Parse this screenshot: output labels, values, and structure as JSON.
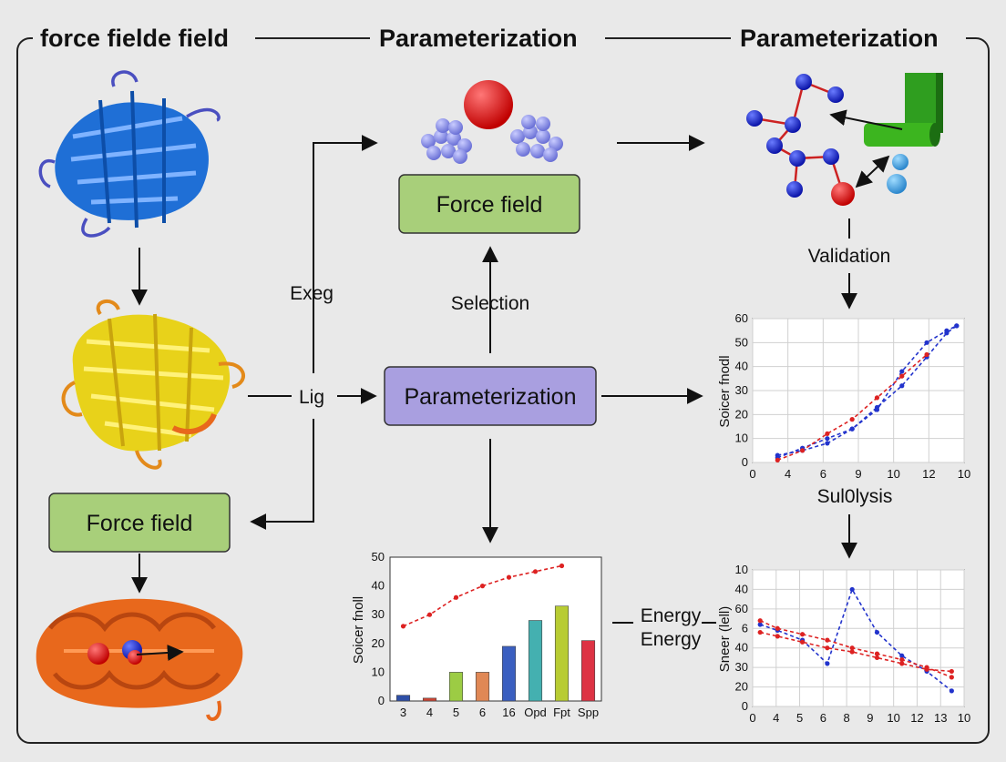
{
  "headers": {
    "left": "force fielde field",
    "middle": "Parameterization",
    "right": "Parameterization"
  },
  "boxes": {
    "top_force_field": "Force field",
    "center_parameterization": "Parameterization",
    "left_force_field": "Force field"
  },
  "labels": {
    "exeg": "Exeg",
    "lig": "Lig",
    "selection": "Selection",
    "validation": "Validation",
    "energy_1": "Energy",
    "energy_2": "Energy"
  },
  "colors": {
    "green_box": "#a8cf7a",
    "purple_box": "#a99fe0",
    "blue_protein": "#1f6fd6",
    "yellow_protein": "#e8d21a",
    "orange_protein": "#e8681c",
    "red_series": "#dd2222",
    "blue_series": "#2233cc"
  },
  "chart_data": [
    {
      "type": "line",
      "xlabel": "Sul0lysis",
      "ylabel": "Soicer fnodl",
      "x_ticks": [
        "0",
        "4",
        "6",
        "9",
        "10",
        "12",
        "10"
      ],
      "y_ticks": [
        "0",
        "10",
        "20",
        "30",
        "40",
        "50",
        "60"
      ],
      "ylim": [
        0,
        60
      ],
      "grid": true,
      "series": [
        {
          "color": "#2233cc",
          "style": "dashed",
          "points": [
            [
              1,
              3
            ],
            [
              2,
              5
            ],
            [
              3,
              8
            ],
            [
              4,
              14
            ],
            [
              5,
              22
            ],
            [
              6,
              38
            ],
            [
              7,
              50
            ],
            [
              7.8,
              55
            ],
            [
              8.2,
              57
            ]
          ]
        },
        {
          "color": "#2233cc",
          "style": "dashed",
          "points": [
            [
              1,
              2
            ],
            [
              2,
              6
            ],
            [
              3,
              10
            ],
            [
              4,
              14
            ],
            [
              5,
              23
            ],
            [
              6,
              32
            ],
            [
              7,
              44
            ],
            [
              7.8,
              54
            ],
            [
              8.2,
              57
            ]
          ]
        },
        {
          "color": "#dd2222",
          "style": "dashed",
          "points": [
            [
              1,
              1
            ],
            [
              2,
              5
            ],
            [
              3,
              12
            ],
            [
              4,
              18
            ],
            [
              5,
              27
            ],
            [
              6,
              36
            ],
            [
              7,
              45
            ]
          ]
        }
      ]
    },
    {
      "type": "bar",
      "ylabel": "Soicer fnoll",
      "categories": [
        "3",
        "4",
        "5",
        "6",
        "16",
        "Opd",
        "Fpt",
        "Spp"
      ],
      "y_ticks": [
        "0",
        "10",
        "20",
        "30",
        "40",
        "50"
      ],
      "ylim": [
        0,
        50
      ],
      "values": [
        2,
        1,
        10,
        10,
        19,
        28,
        33,
        21
      ],
      "bar_colors": [
        "#2e4fa6",
        "#cc4433",
        "#9ccc44",
        "#e08855",
        "#3b5fc0",
        "#44b0b0",
        "#b8cc33",
        "#dd3344"
      ],
      "line_series": {
        "color": "#dd2222",
        "style": "dashed",
        "values": [
          26,
          30,
          36,
          40,
          43,
          45,
          47
        ]
      }
    },
    {
      "type": "line",
      "ylabel": "Sneer (lell)",
      "x_ticks": [
        "0",
        "4",
        "5",
        "6",
        "8",
        "9",
        "10",
        "12",
        "13",
        "10"
      ],
      "y_ticks": [
        "0",
        "20",
        "30",
        "40",
        "6",
        "60",
        "40",
        "10"
      ],
      "ylim": [
        0,
        70
      ],
      "grid": true,
      "series": [
        {
          "color": "#2233cc",
          "style": "dashed",
          "points": [
            [
              0.3,
              42
            ],
            [
              1,
              39
            ],
            [
              2,
              34
            ],
            [
              3,
              22
            ],
            [
              4,
              60
            ],
            [
              5,
              38
            ],
            [
              6,
              26
            ],
            [
              7,
              18
            ],
            [
              8,
              8
            ]
          ]
        },
        {
          "color": "#dd2222",
          "style": "dashed",
          "points": [
            [
              0.3,
              44
            ],
            [
              1,
              40
            ],
            [
              2,
              37
            ],
            [
              3,
              34
            ],
            [
              4,
              30
            ],
            [
              5,
              27
            ],
            [
              6,
              24
            ],
            [
              7,
              20
            ],
            [
              8,
              15
            ]
          ]
        },
        {
          "color": "#dd2222",
          "style": "dashed",
          "points": [
            [
              0.3,
              38
            ],
            [
              1,
              36
            ],
            [
              2,
              33
            ],
            [
              3,
              30
            ],
            [
              4,
              28
            ],
            [
              5,
              25
            ],
            [
              6,
              22
            ],
            [
              7,
              19
            ],
            [
              8,
              18
            ]
          ]
        }
      ]
    }
  ]
}
